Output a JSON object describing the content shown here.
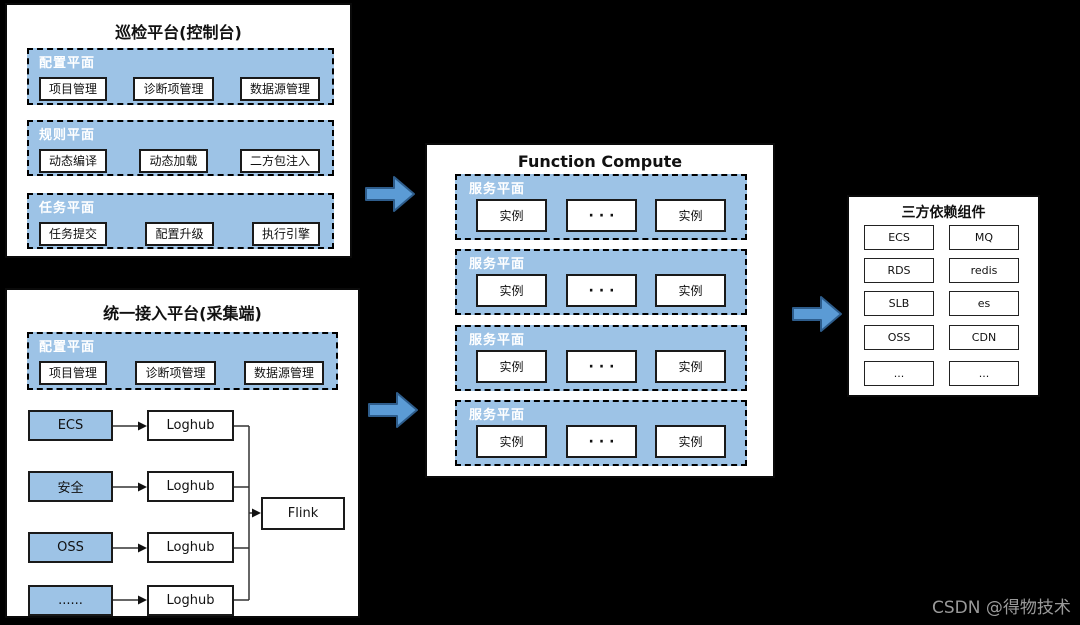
{
  "colors": {
    "background": "#000000",
    "panel_bg": "#ffffff",
    "plane_blue": "#9DC3E6",
    "arrow_blue": "#5B9BD5",
    "arrow_border": "#2E5D8C",
    "border_black": "#0a0a0a",
    "watermark_gray": "#9a9a9a"
  },
  "watermark": "CSDN @得物技术",
  "inspection_platform": {
    "title": "巡检平台(控制台)",
    "planes": [
      {
        "label": "配置平面",
        "boxes": [
          "项目管理",
          "诊断项管理",
          "数据源管理"
        ]
      },
      {
        "label": "规则平面",
        "boxes": [
          "动态编译",
          "动态加载",
          "二方包注入"
        ]
      },
      {
        "label": "任务平面",
        "boxes": [
          "任务提交",
          "配置升级",
          "执行引擎"
        ]
      }
    ]
  },
  "access_platform": {
    "title": "统一接入平台(采集端)",
    "config_plane": {
      "label": "配置平面",
      "boxes": [
        "项目管理",
        "诊断项管理",
        "数据源管理"
      ]
    },
    "flows": [
      {
        "source": "ECS",
        "collector": "Loghub"
      },
      {
        "source": "安全",
        "collector": "Loghub"
      },
      {
        "source": "OSS",
        "collector": "Loghub"
      },
      {
        "source": "......",
        "collector": "Loghub"
      }
    ],
    "sink": "Flink"
  },
  "function_compute": {
    "title": "Function Compute",
    "service_planes": [
      {
        "label": "服务平面",
        "boxes": [
          "实例",
          "···",
          "实例"
        ]
      },
      {
        "label": "服务平面",
        "boxes": [
          "实例",
          "···",
          "实例"
        ]
      },
      {
        "label": "服务平面",
        "boxes": [
          "实例",
          "···",
          "实例"
        ]
      },
      {
        "label": "服务平面",
        "boxes": [
          "实例",
          "···",
          "实例"
        ]
      }
    ]
  },
  "third_party": {
    "title": "三方依赖组件",
    "items": [
      "ECS",
      "MQ",
      "RDS",
      "redis",
      "SLB",
      "es",
      "OSS",
      "CDN",
      "...",
      "..."
    ]
  }
}
